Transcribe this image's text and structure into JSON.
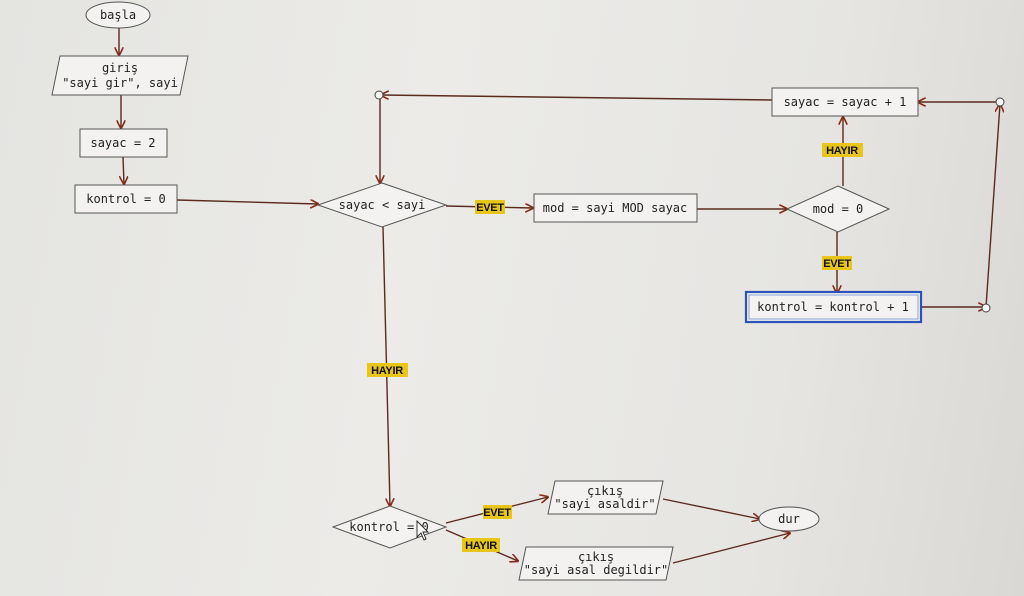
{
  "nodes": {
    "start": "başla",
    "input_line1": "giriş",
    "input_line2": "\"sayi gir\", sayi",
    "assign_counter": "sayac = 2",
    "assign_control": "kontrol = 0",
    "loop_condition": "sayac < sayi",
    "mod_calc": "mod = sayi MOD sayac",
    "mod_condition": "mod = 0",
    "increment_control": "kontrol = kontrol + 1",
    "increment_counter": "sayac = sayac + 1",
    "control_condition": "kontrol = 0",
    "output_prime_line1": "çıkış",
    "output_prime_line2": "\"sayi asaldir\"",
    "output_notprime_line1": "çıkış",
    "output_notprime_line2": "\"sayi asal degildir\"",
    "end": "dur"
  },
  "edge_labels": {
    "loop_yes": "EVET",
    "mod_yes": "EVET",
    "mod_no": "HAYIR",
    "loop_no": "HAYIR",
    "control_yes": "EVET",
    "control_no": "HAYIR"
  },
  "colors": {
    "edge": "#5a2a1e",
    "label_background": "#e8c619",
    "selected_border": "#2a52b8"
  }
}
